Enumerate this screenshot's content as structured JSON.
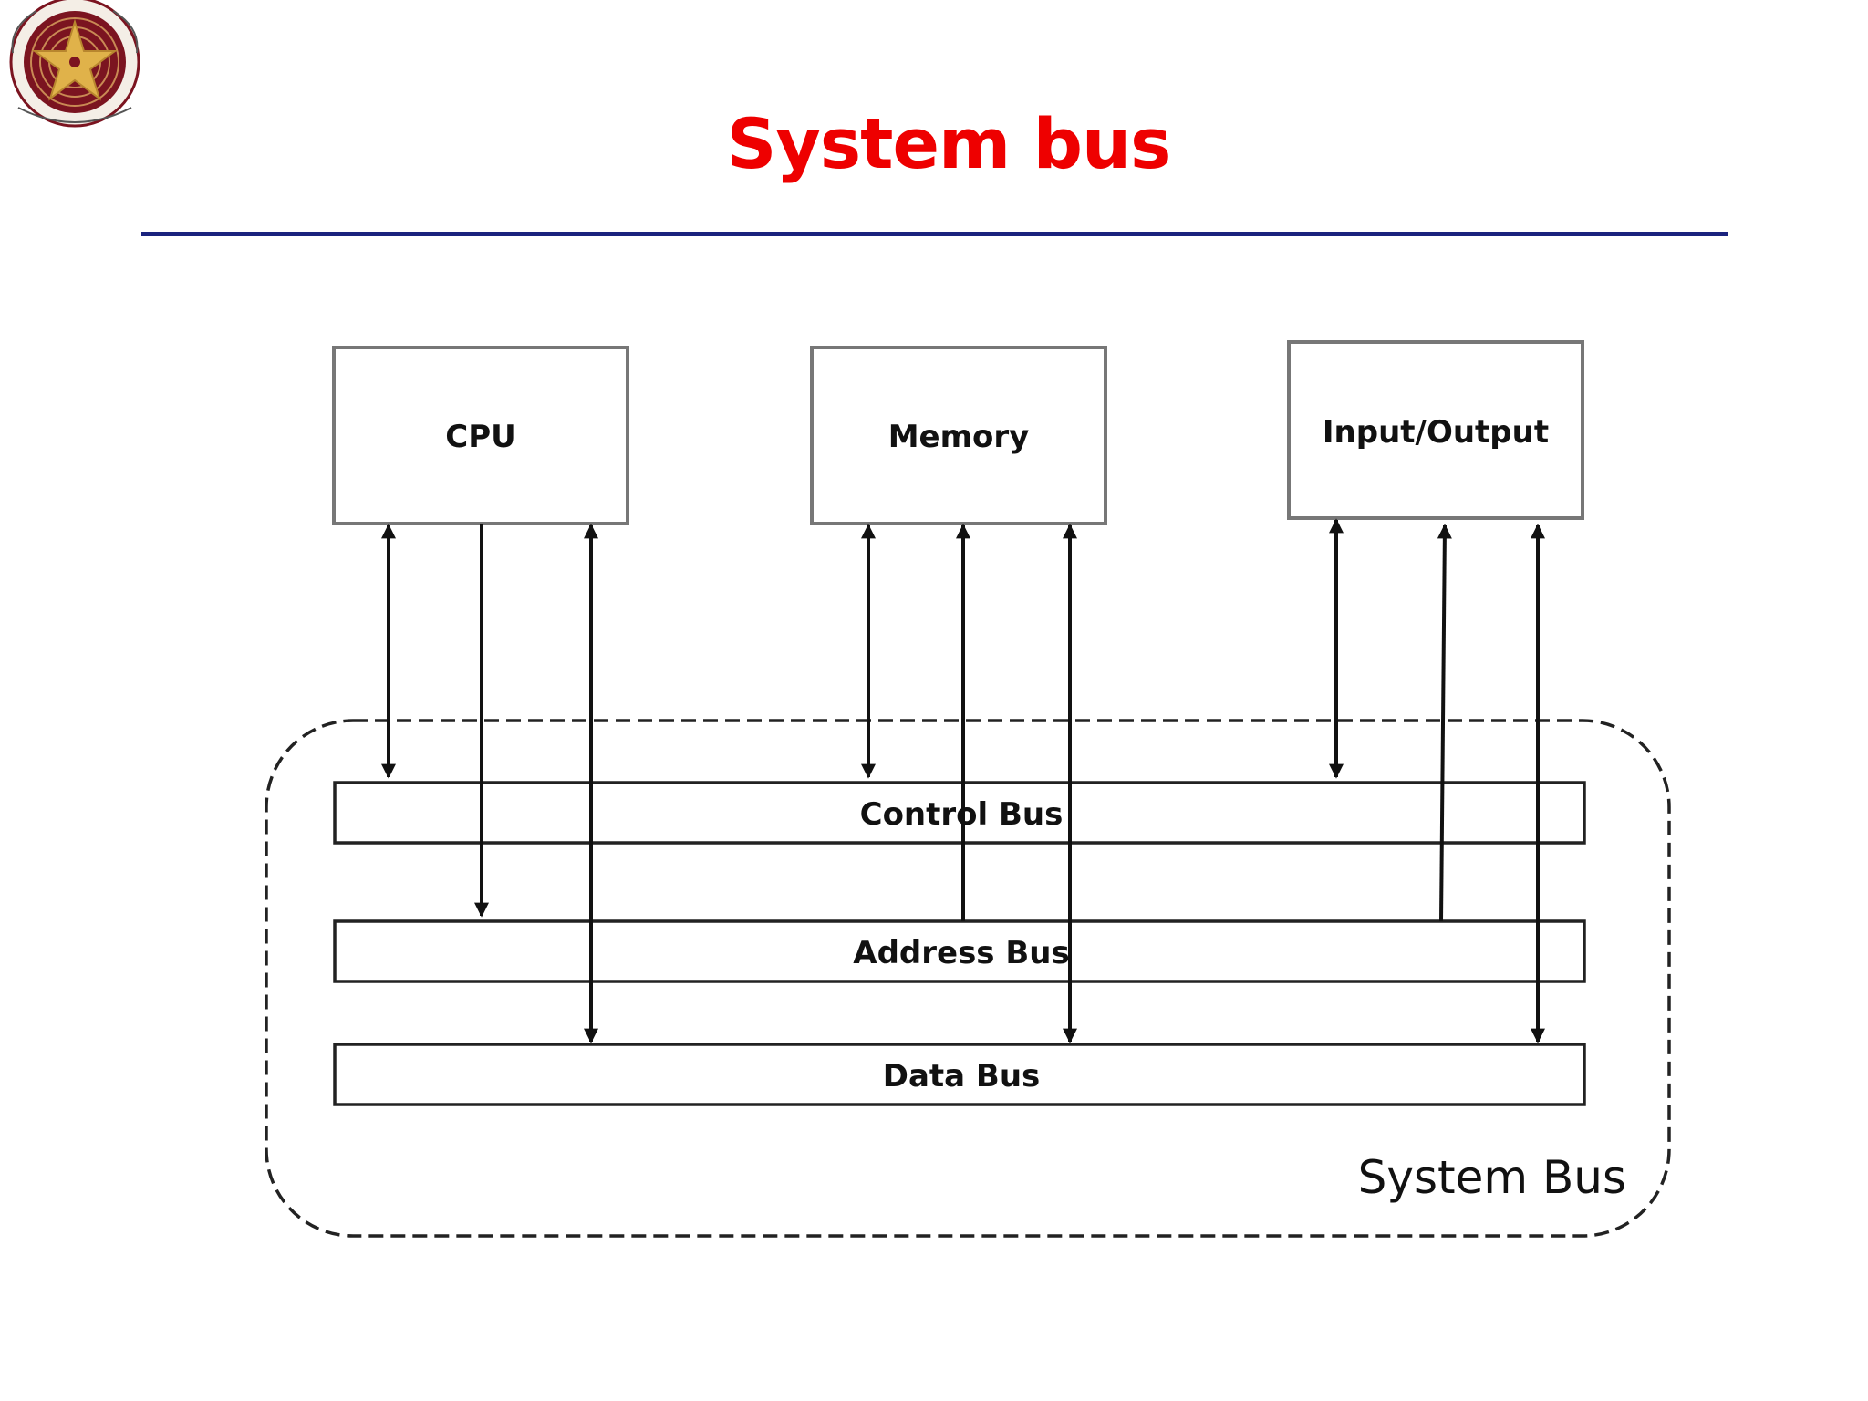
{
  "slide": {
    "title": "System bus",
    "title_color": "#ee0000",
    "rule_color": "#1a237e"
  },
  "logo": {
    "icon": "university-seal-icon",
    "colors": {
      "maroon": "#7b1420",
      "gold": "#e0b24a"
    }
  },
  "diagram": {
    "components": [
      {
        "id": "cpu",
        "label": "CPU"
      },
      {
        "id": "memory",
        "label": "Memory"
      },
      {
        "id": "io",
        "label": "Input/Output"
      }
    ],
    "buses": [
      {
        "id": "control",
        "label": "Control Bus"
      },
      {
        "id": "address",
        "label": "Address Bus"
      },
      {
        "id": "data",
        "label": "Data Bus"
      }
    ],
    "group_label": "System Bus"
  }
}
